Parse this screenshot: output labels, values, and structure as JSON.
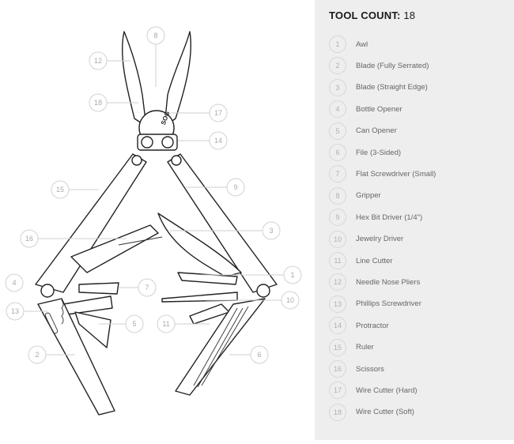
{
  "panel": {
    "title_label": "TOOL COUNT:",
    "tool_count": "18",
    "tools": [
      {
        "num": "1",
        "label": "Awl"
      },
      {
        "num": "2",
        "label": "Blade (Fully Serrated)"
      },
      {
        "num": "3",
        "label": "Blade (Straight Edge)"
      },
      {
        "num": "4",
        "label": "Bottle Opener"
      },
      {
        "num": "5",
        "label": "Can Opener"
      },
      {
        "num": "6",
        "label": "File (3-Sided)"
      },
      {
        "num": "7",
        "label": "Flat Screwdriver (Small)"
      },
      {
        "num": "8",
        "label": "Gripper"
      },
      {
        "num": "9",
        "label": "Hex Bit Driver (1/4\")"
      },
      {
        "num": "10",
        "label": "Jewelry Driver"
      },
      {
        "num": "11",
        "label": "Line Cutter"
      },
      {
        "num": "12",
        "label": "Needle Nose Pliers"
      },
      {
        "num": "13",
        "label": "Phillips Screwdriver"
      },
      {
        "num": "14",
        "label": "Protractor"
      },
      {
        "num": "15",
        "label": "Ruler"
      },
      {
        "num": "16",
        "label": "Scissors"
      },
      {
        "num": "17",
        "label": "Wire Cutter (Hard)"
      },
      {
        "num": "18",
        "label": "Wire Cutter (Soft)"
      }
    ]
  },
  "diagram": {
    "logo_text": "SOG",
    "callouts": [
      "8",
      "12",
      "18",
      "17",
      "14",
      "15",
      "9",
      "16",
      "3",
      "1",
      "4",
      "7",
      "10",
      "13",
      "5",
      "11",
      "2",
      "6"
    ]
  },
  "colors": {
    "panel_bg": "#eeeeee",
    "callout_stroke": "#d2d2d2",
    "line_art": "#222222"
  }
}
